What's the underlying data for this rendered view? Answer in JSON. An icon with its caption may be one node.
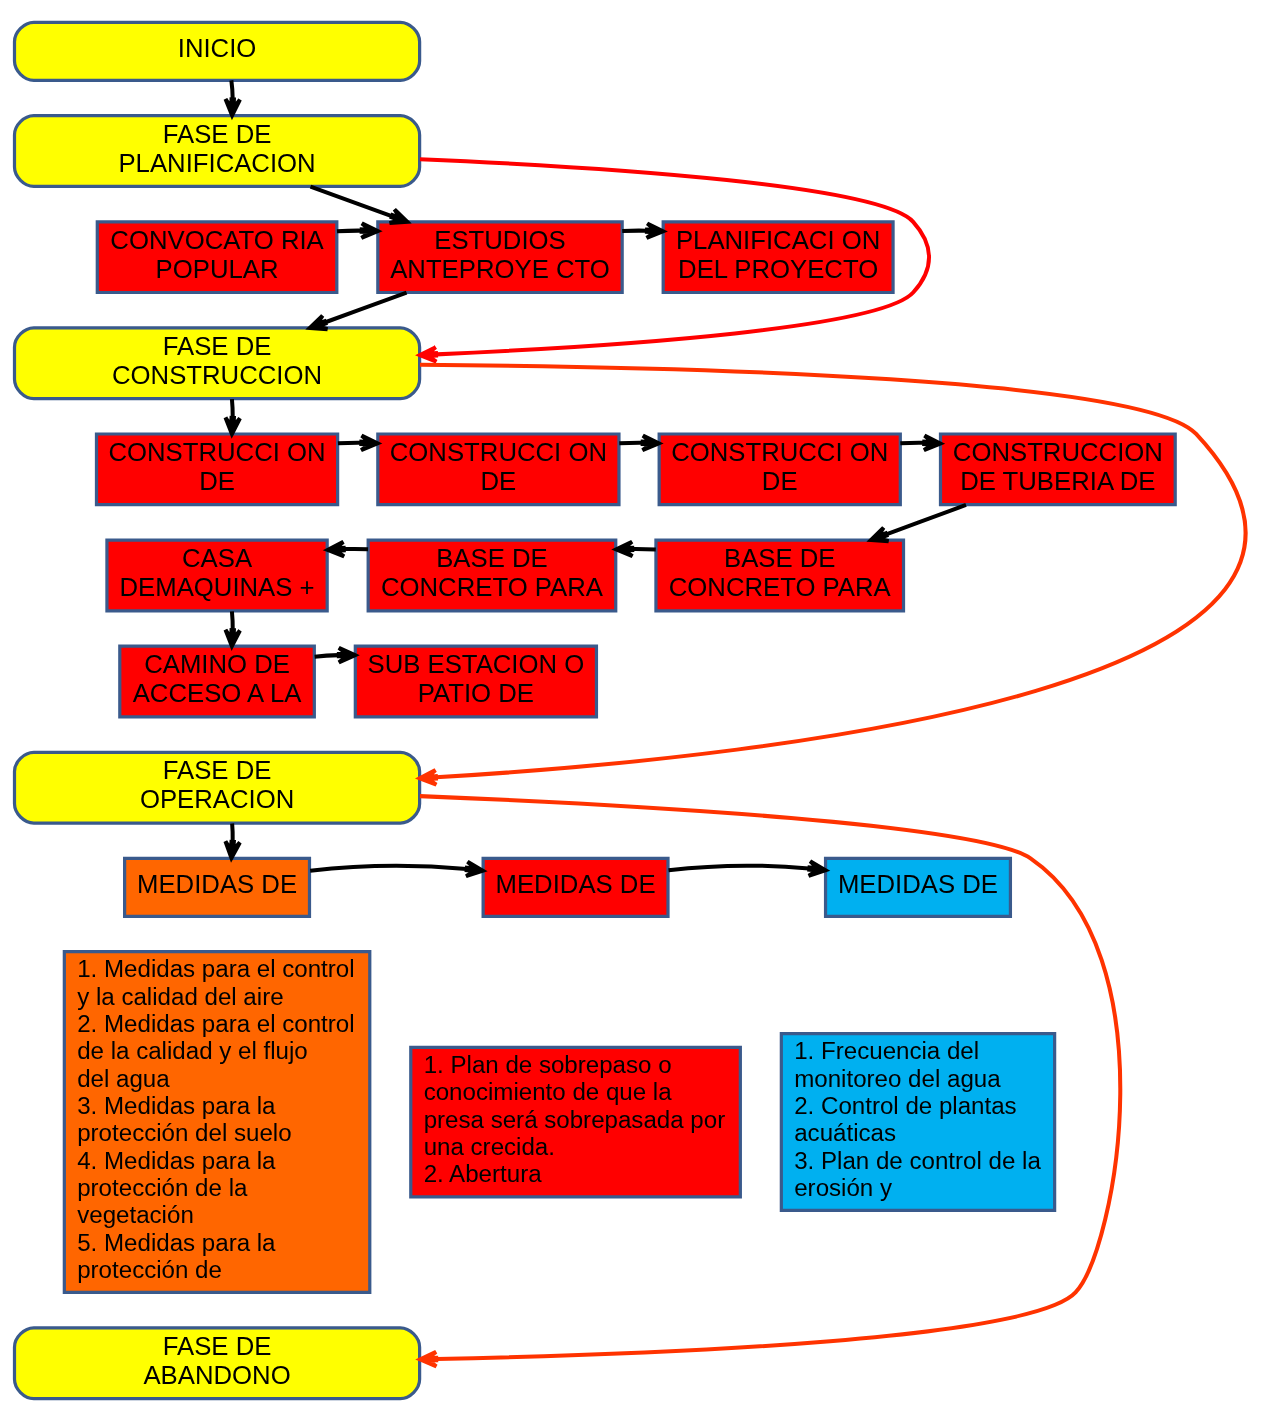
{
  "diagram": {
    "nodes": [
      {
        "text": [
          "INICIO"
        ]
      },
      {
        "text": [
          "FASE DE PLANIFICACION"
        ]
      },
      {
        "text": [
          "CONVOCATO RIA POPULAR"
        ]
      },
      {
        "text": [
          "ESTUDIOS ANTEPROYE CTO"
        ]
      },
      {
        "text": [
          "PLANIFICACI ON DEL PROYECTO"
        ]
      },
      {
        "text": [
          "FASE DE CONSTRUCCION"
        ]
      },
      {
        "text": [
          "CONSTRUCCI ON DE"
        ]
      },
      {
        "text": [
          "CONSTRUCCI ON DE"
        ]
      },
      {
        "text": [
          "CONSTRUCCI ON DE"
        ]
      },
      {
        "text": [
          "CONSTRUCCION DE TUBERIA DE"
        ]
      },
      {
        "text": [
          "BASE DE CONCRETO PARA"
        ]
      },
      {
        "text": [
          "BASE DE CONCRETO PARA"
        ]
      },
      {
        "text": [
          "CASA DEMAQUINAS +"
        ]
      },
      {
        "text": [
          "CAMINO DE ACCESO A LA"
        ]
      },
      {
        "text": [
          "SUB ESTACION O PATIO DE"
        ]
      },
      {
        "text": [
          "FASE DE OPERACION"
        ]
      },
      {
        "text": [
          "MEDIDAS DE"
        ]
      },
      {
        "text": [
          "MEDIDAS DE"
        ]
      },
      {
        "text": [
          "MEDIDAS DE"
        ]
      },
      {
        "text": [
          "1. Medidas para el control y la calidad del aire",
          "2. Medidas para el control de la calidad y el flujo del agua",
          "3. Medidas para la protección del suelo",
          "4. Medidas para la protección de la vegetación",
          "5. Medidas para la protección de"
        ]
      },
      {
        "text": [
          "1. Plan de sobrepaso o conocimiento de que la presa será sobrepasada por una crecida.",
          "2. Abertura"
        ]
      },
      {
        "text": [
          "1. Frecuencia del monitoreo del agua",
          "2. Control de plantas acuáticas",
          "3. Plan de control de la erosión y"
        ]
      },
      {
        "text": [
          "FASE DE ABANDONO"
        ]
      }
    ],
    "edges": [
      {
        "from": 0,
        "to": 1,
        "arrow": "to"
      },
      {
        "from": 1,
        "to": 3,
        "arrow": "to"
      },
      {
        "from": 2,
        "to": 3,
        "arrow": "to"
      },
      {
        "from": 3,
        "to": 4,
        "arrow": "to"
      },
      {
        "from": 3,
        "to": 5,
        "arrow": "to"
      },
      {
        "from": 1,
        "to": 5,
        "arrow": "to",
        "color": "#ff0000"
      },
      {
        "from": 5,
        "to": 6,
        "arrow": "to"
      },
      {
        "from": 6,
        "to": 7,
        "arrow": "to"
      },
      {
        "from": 7,
        "to": 8,
        "arrow": "to"
      },
      {
        "from": 8,
        "to": 9,
        "arrow": "to"
      },
      {
        "from": 9,
        "to": 10,
        "arrow": "to"
      },
      {
        "from": 10,
        "to": 11,
        "arrow": "to"
      },
      {
        "from": 11,
        "to": 12,
        "arrow": "to"
      },
      {
        "from": 12,
        "to": 13,
        "arrow": "to"
      },
      {
        "from": 13,
        "to": 14,
        "arrow": "to"
      },
      {
        "from": 5,
        "to": 15,
        "arrow": "to",
        "color": "#ff3300"
      },
      {
        "from": 15,
        "to": 16,
        "arrow": "to"
      },
      {
        "from": 16,
        "to": 17,
        "arrow": "to"
      },
      {
        "from": 17,
        "to": 18,
        "arrow": "to"
      },
      {
        "from": 15,
        "to": 22,
        "arrow": "to",
        "color": "#ff3300"
      }
    ]
  }
}
